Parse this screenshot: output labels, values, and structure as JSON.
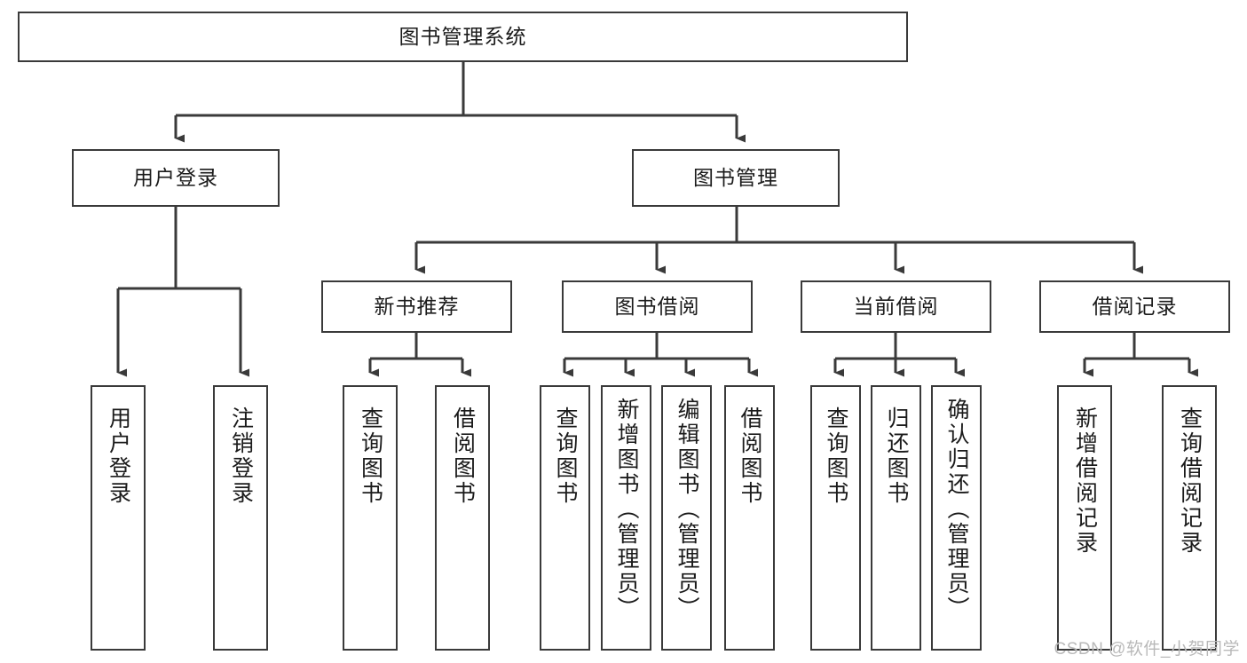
{
  "diagram": {
    "title": "图书管理系统",
    "type": "tree-hierarchy-chart",
    "stroke_color": "#3a3a3a",
    "background_color": "#ffffff",
    "text_color": "#1b1b1b",
    "root": {
      "label": "图书管理系统"
    },
    "level1": [
      {
        "label": "用户登录"
      },
      {
        "label": "图书管理"
      }
    ],
    "level2": [
      {
        "label": "新书推荐"
      },
      {
        "label": "图书借阅"
      },
      {
        "label": "当前借阅"
      },
      {
        "label": "借阅记录"
      }
    ],
    "leaves": {
      "user_login": [
        {
          "label": "用户登录"
        },
        {
          "label": "注销登录"
        }
      ],
      "new_book_recommend": [
        {
          "label": "查询图书"
        },
        {
          "label": "借阅图书"
        }
      ],
      "book_borrow": [
        {
          "label": "查询图书"
        },
        {
          "label": "新增图书（管理员）"
        },
        {
          "label": "编辑图书（管理员）"
        },
        {
          "label": "借阅图书"
        }
      ],
      "current_borrow": [
        {
          "label": "查询图书"
        },
        {
          "label": "归还图书"
        },
        {
          "label": "确认归还（管理员）"
        }
      ],
      "borrow_record": [
        {
          "label": "新增借阅记录"
        },
        {
          "label": "查询借阅记录"
        }
      ]
    }
  },
  "watermark": {
    "text": "CSDN @软件_小贺同学"
  }
}
